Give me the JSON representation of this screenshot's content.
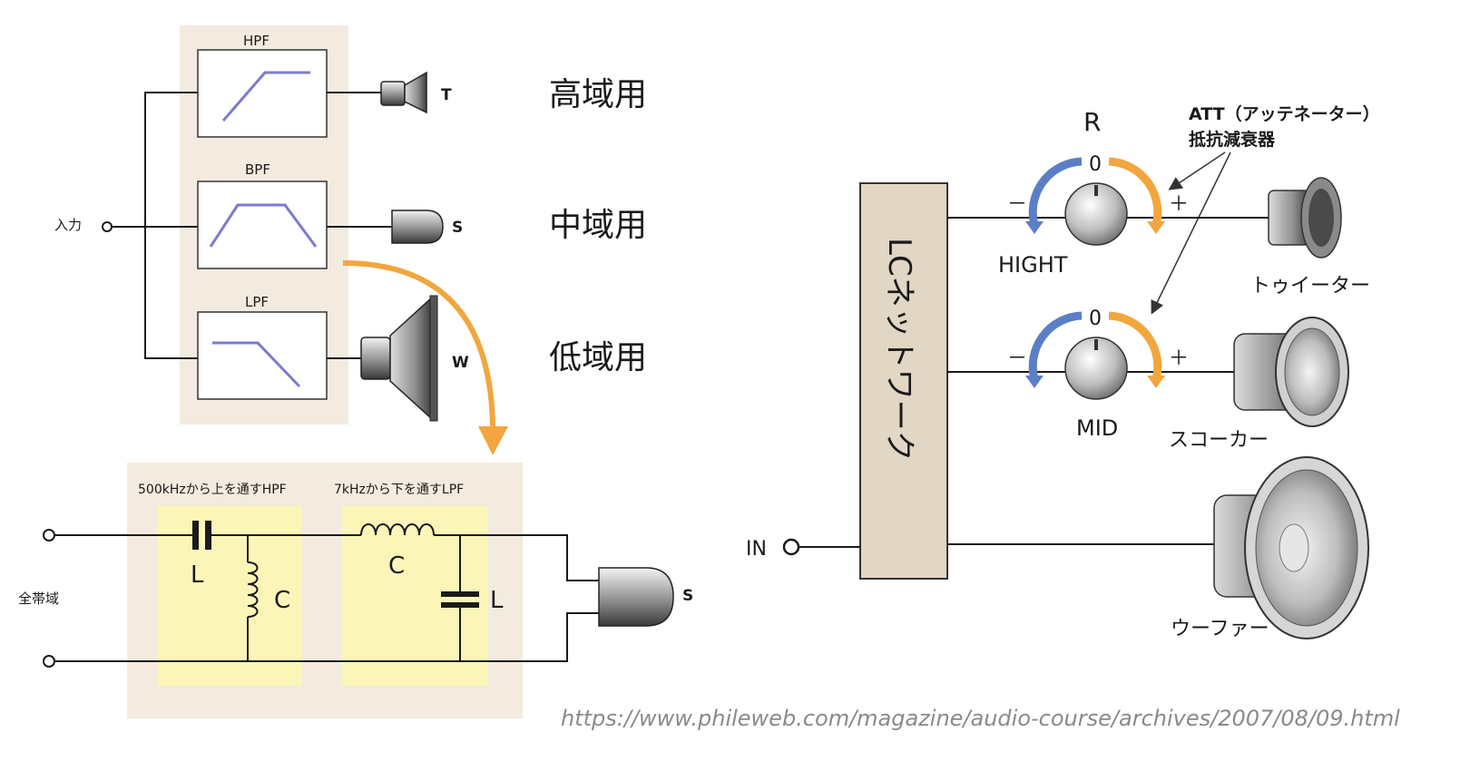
{
  "left_top": {
    "filters": [
      {
        "label": "HPF",
        "speaker": "T",
        "band": "高域用"
      },
      {
        "label": "BPF",
        "speaker": "S",
        "band": "中域用"
      },
      {
        "label": "LPF",
        "speaker": "W",
        "band": "低域用"
      }
    ],
    "input_label": "入力"
  },
  "left_bottom": {
    "title_hpf": "500kHzから上を通すHPF",
    "title_lpf": "7kHzから下を通すLPF",
    "input_label": "全帯域",
    "hpf_series": "L",
    "hpf_shunt": "C",
    "lpf_series": "C",
    "lpf_shunt": "L",
    "speaker": "S"
  },
  "right": {
    "network_label": "LCネットワーク",
    "input_label": "IN",
    "resistor_label": "R",
    "att_label_1": "ATT（アッテネーター）",
    "att_label_2": "抵抗減衰器",
    "knobs": [
      {
        "name": "HIGHT",
        "zero": "0",
        "minus": "－",
        "plus": "＋"
      },
      {
        "name": "MID",
        "zero": "0",
        "minus": "－",
        "plus": "＋"
      }
    ],
    "speakers": [
      "トゥイーター",
      "スコーカー",
      "ウーファー"
    ]
  },
  "source_url": "https://www.phileweb.com/magazine/audio-course/archives/2007/08/09.html",
  "colors": {
    "panel_bg": "#f3ebdf",
    "yellow": "#fbf6b8",
    "network_box": "#e2d6c4",
    "arrow_orange": "#f2a63d",
    "arrow_blue": "#5b7fc6",
    "curve": "#7e7ad0"
  }
}
